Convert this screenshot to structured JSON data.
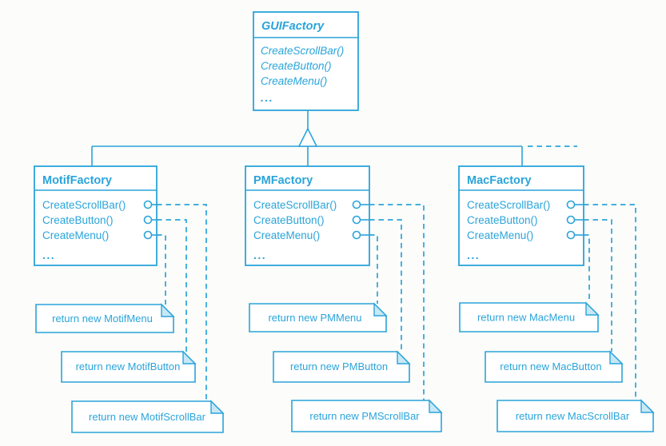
{
  "diagram": {
    "type": "uml-class-diagram",
    "abstract_class": {
      "name": "GUIFactory",
      "methods": [
        "CreateScrollBar()",
        "CreateButton()",
        "CreateMenu()"
      ],
      "ellipsis": "..."
    },
    "subclasses": [
      {
        "name": "MotifFactory",
        "methods": [
          "CreateScrollBar()",
          "CreateButton()",
          "CreateMenu()"
        ],
        "ellipsis": "...",
        "notes": [
          "return new MotifMenu",
          "return new MotifButton",
          "return new MotifScrollBar"
        ]
      },
      {
        "name": "PMFactory",
        "methods": [
          "CreateScrollBar()",
          "CreateButton()",
          "CreateMenu()"
        ],
        "ellipsis": "...",
        "notes": [
          "return new PMMenu",
          "return new PMButton",
          "return new PMScrollBar"
        ]
      },
      {
        "name": "MacFactory",
        "methods": [
          "CreateScrollBar()",
          "CreateButton()",
          "CreateMenu()"
        ],
        "ellipsis": "...",
        "notes": [
          "return new MacMenu",
          "return new MacButton",
          "return new MacScrollBar"
        ]
      }
    ],
    "colors": {
      "ink": "#2aa4da",
      "fold_fill": "#c9e8f6",
      "background": "#fcfcfa"
    }
  }
}
